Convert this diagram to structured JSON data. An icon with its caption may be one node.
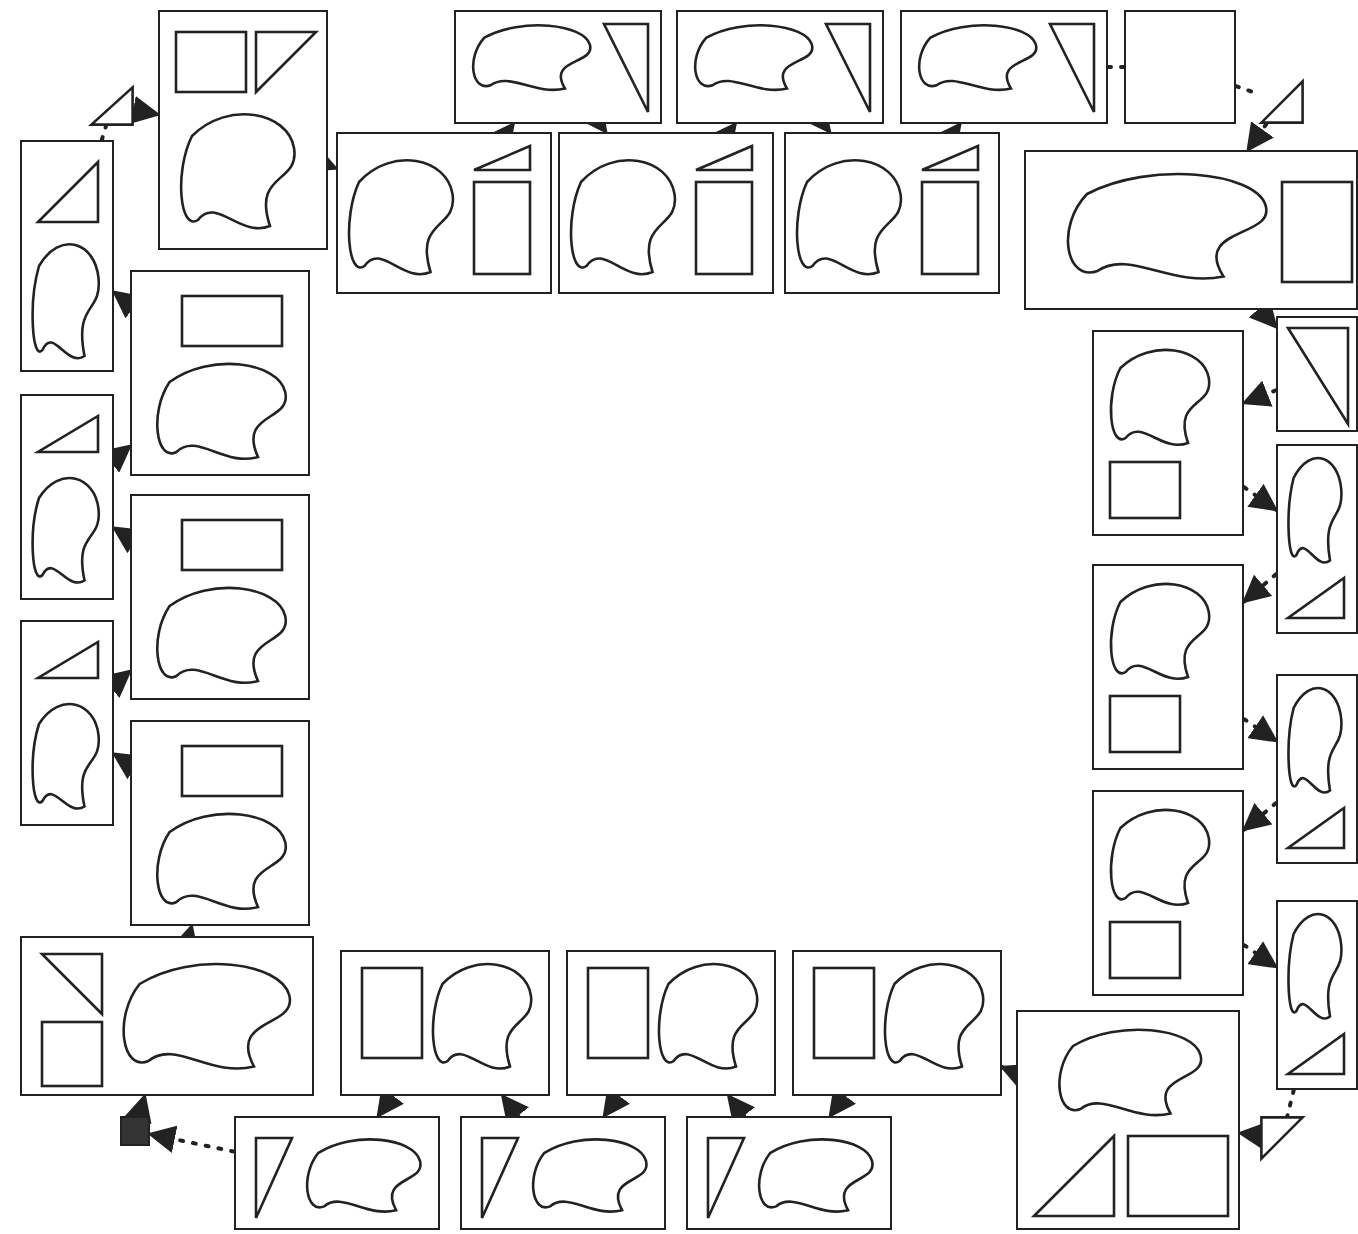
{
  "diagram": {
    "nodes": [
      {
        "text": [],
        "shape": "triangle"
      },
      {
        "text": [],
        "shape": "box"
      },
      {
        "text": [],
        "shape": "box"
      },
      {
        "text": [],
        "shape": "box"
      },
      {
        "text": [],
        "shape": "box"
      },
      {
        "text": [],
        "shape": "box"
      },
      {
        "text": [],
        "shape": "box"
      },
      {
        "text": [],
        "shape": "box"
      },
      {
        "text": [],
        "shape": "box"
      },
      {
        "text": [],
        "shape": "triangle"
      },
      {
        "text": [],
        "shape": "box"
      },
      {
        "text": [],
        "shape": "box"
      },
      {
        "text": [],
        "shape": "box"
      },
      {
        "text": [],
        "shape": "box"
      },
      {
        "text": [],
        "shape": "box"
      },
      {
        "text": [],
        "shape": "box"
      },
      {
        "text": [],
        "shape": "box"
      },
      {
        "text": [],
        "shape": "box"
      },
      {
        "text": [],
        "shape": "triangle"
      },
      {
        "text": [],
        "shape": "box"
      },
      {
        "text": [],
        "shape": "box"
      },
      {
        "text": [],
        "shape": "box"
      },
      {
        "text": [],
        "shape": "box"
      },
      {
        "text": [],
        "shape": "box"
      },
      {
        "text": [],
        "shape": "box"
      },
      {
        "text": [],
        "shape": "box"
      },
      {
        "text": [],
        "shape": "box"
      },
      {
        "text": [],
        "shape": "box"
      },
      {
        "text": [],
        "shape": "box"
      },
      {
        "text": [],
        "shape": "box"
      },
      {
        "text": [],
        "shape": "box"
      },
      {
        "text": [],
        "shape": "box"
      },
      {
        "text": [],
        "shape": "box"
      },
      {
        "text": [],
        "shape": "box"
      }
    ],
    "edges": [
      {
        "from": 0,
        "to": 1,
        "arrow": "to"
      },
      {
        "from": 1,
        "to": 2,
        "arrow": "to"
      },
      {
        "from": 2,
        "to": 3,
        "arrow": "to"
      },
      {
        "from": 3,
        "to": 4,
        "arrow": "to"
      },
      {
        "from": 4,
        "to": 5,
        "arrow": "to"
      },
      {
        "from": 5,
        "to": 6,
        "arrow": "to"
      },
      {
        "from": 6,
        "to": 7,
        "arrow": "to"
      },
      {
        "from": 7,
        "to": 8,
        "arrow": "none"
      },
      {
        "from": 8,
        "to": 9,
        "arrow": "none"
      },
      {
        "from": 9,
        "to": 10,
        "arrow": "to"
      },
      {
        "from": 10,
        "to": 11,
        "arrow": "to"
      },
      {
        "from": 11,
        "to": 12,
        "arrow": "to"
      },
      {
        "from": 12,
        "to": 13,
        "arrow": "to"
      },
      {
        "from": 13,
        "to": 14,
        "arrow": "to"
      },
      {
        "from": 14,
        "to": 15,
        "arrow": "to"
      },
      {
        "from": 15,
        "to": 16,
        "arrow": "to"
      },
      {
        "from": 16,
        "to": 17,
        "arrow": "to"
      },
      {
        "from": 17,
        "to": 18,
        "arrow": "none"
      },
      {
        "from": 18,
        "to": 19,
        "arrow": "to"
      },
      {
        "from": 19,
        "to": 20,
        "arrow": "to"
      },
      {
        "from": 20,
        "to": 21,
        "arrow": "to"
      },
      {
        "from": 21,
        "to": 22,
        "arrow": "to"
      },
      {
        "from": 22,
        "to": 23,
        "arrow": "to"
      },
      {
        "from": 23,
        "to": 24,
        "arrow": "to"
      },
      {
        "from": 24,
        "to": 25,
        "arrow": "to"
      },
      {
        "from": 25,
        "to": 26,
        "arrow": "to"
      },
      {
        "from": 26,
        "to": 27,
        "arrow": "to"
      },
      {
        "from": 27,
        "to": 28,
        "arrow": "to"
      },
      {
        "from": 28,
        "to": 29,
        "arrow": "to"
      },
      {
        "from": 29,
        "to": 30,
        "arrow": "to"
      },
      {
        "from": 30,
        "to": 31,
        "arrow": "to"
      },
      {
        "from": 31,
        "to": 32,
        "arrow": "to"
      },
      {
        "from": 32,
        "to": 33,
        "arrow": "to"
      },
      {
        "from": 33,
        "to": 0,
        "arrow": "none"
      }
    ]
  }
}
